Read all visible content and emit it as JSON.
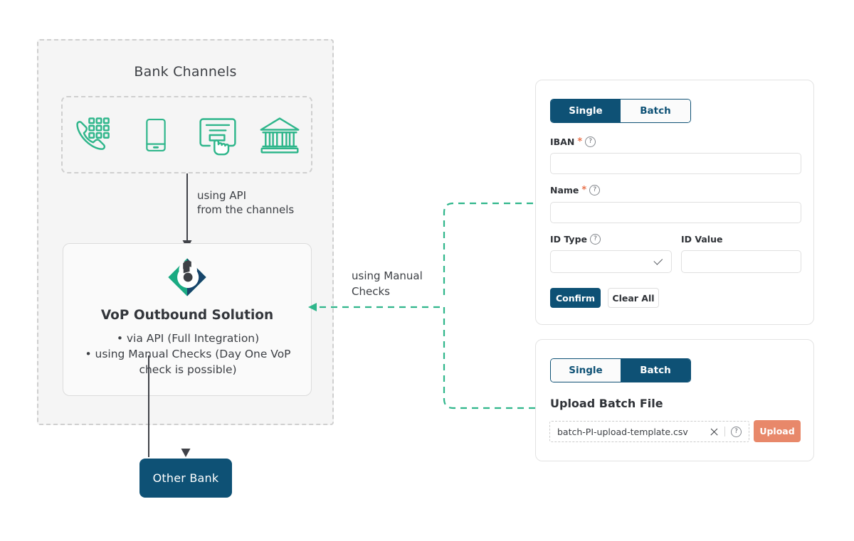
{
  "colors": {
    "navy": "#0e5175",
    "teal": "#2fb68b",
    "coral": "#e8886a",
    "required_star": "#e8724c",
    "panel_bg": "#f5f5f5",
    "dashed_grey": "#cfcfcf",
    "text": "#3c3f44"
  },
  "diagram": {
    "bank_channels": {
      "title": "Bank Channels",
      "channels": [
        {
          "name": "phone-keypad-icon",
          "label": "Phone / IVR"
        },
        {
          "name": "mobile-phone-icon",
          "label": "Mobile"
        },
        {
          "name": "online-banking-click-icon",
          "label": "Online Banking"
        },
        {
          "name": "bank-building-icon",
          "label": "Branch"
        }
      ]
    },
    "api_arrow_label": "using API\nfrom the channels",
    "manual_checks_label": "using Manual\nChecks",
    "vop": {
      "title": "VoP Outbound Solution",
      "bullets": [
        "• via API (Full Integration)",
        "• using Manual Checks (Day One VoP\ncheck is possible)"
      ]
    },
    "other_bank": {
      "label": "Other Bank"
    }
  },
  "single_panel": {
    "tabs": [
      {
        "label": "Single",
        "active": true
      },
      {
        "label": "Batch",
        "active": false
      }
    ],
    "fields": [
      {
        "label": "IBAN",
        "required": true,
        "help": true,
        "value": "",
        "placeholder": ""
      },
      {
        "label": "Name",
        "required": true,
        "help": true,
        "value": "",
        "placeholder": ""
      },
      {
        "label": "ID Type",
        "required": false,
        "help": true,
        "value": "",
        "placeholder": "",
        "type": "select"
      },
      {
        "label": "ID Value",
        "required": false,
        "help": false,
        "value": "",
        "placeholder": ""
      }
    ],
    "confirm_label": "Confirm",
    "clear_all_label": "Clear All",
    "required_marker": "*",
    "help_glyph": "?",
    "chevron_icon": "chevron-down-icon"
  },
  "batch_panel": {
    "tabs": [
      {
        "label": "Single",
        "active": false
      },
      {
        "label": "Batch",
        "active": true
      }
    ],
    "upload_heading": "Upload Batch File",
    "file_name": "batch-PI-upload-template.csv",
    "clear_icon": "close-x-icon",
    "help_glyph": "?",
    "upload_label": "Upload"
  }
}
